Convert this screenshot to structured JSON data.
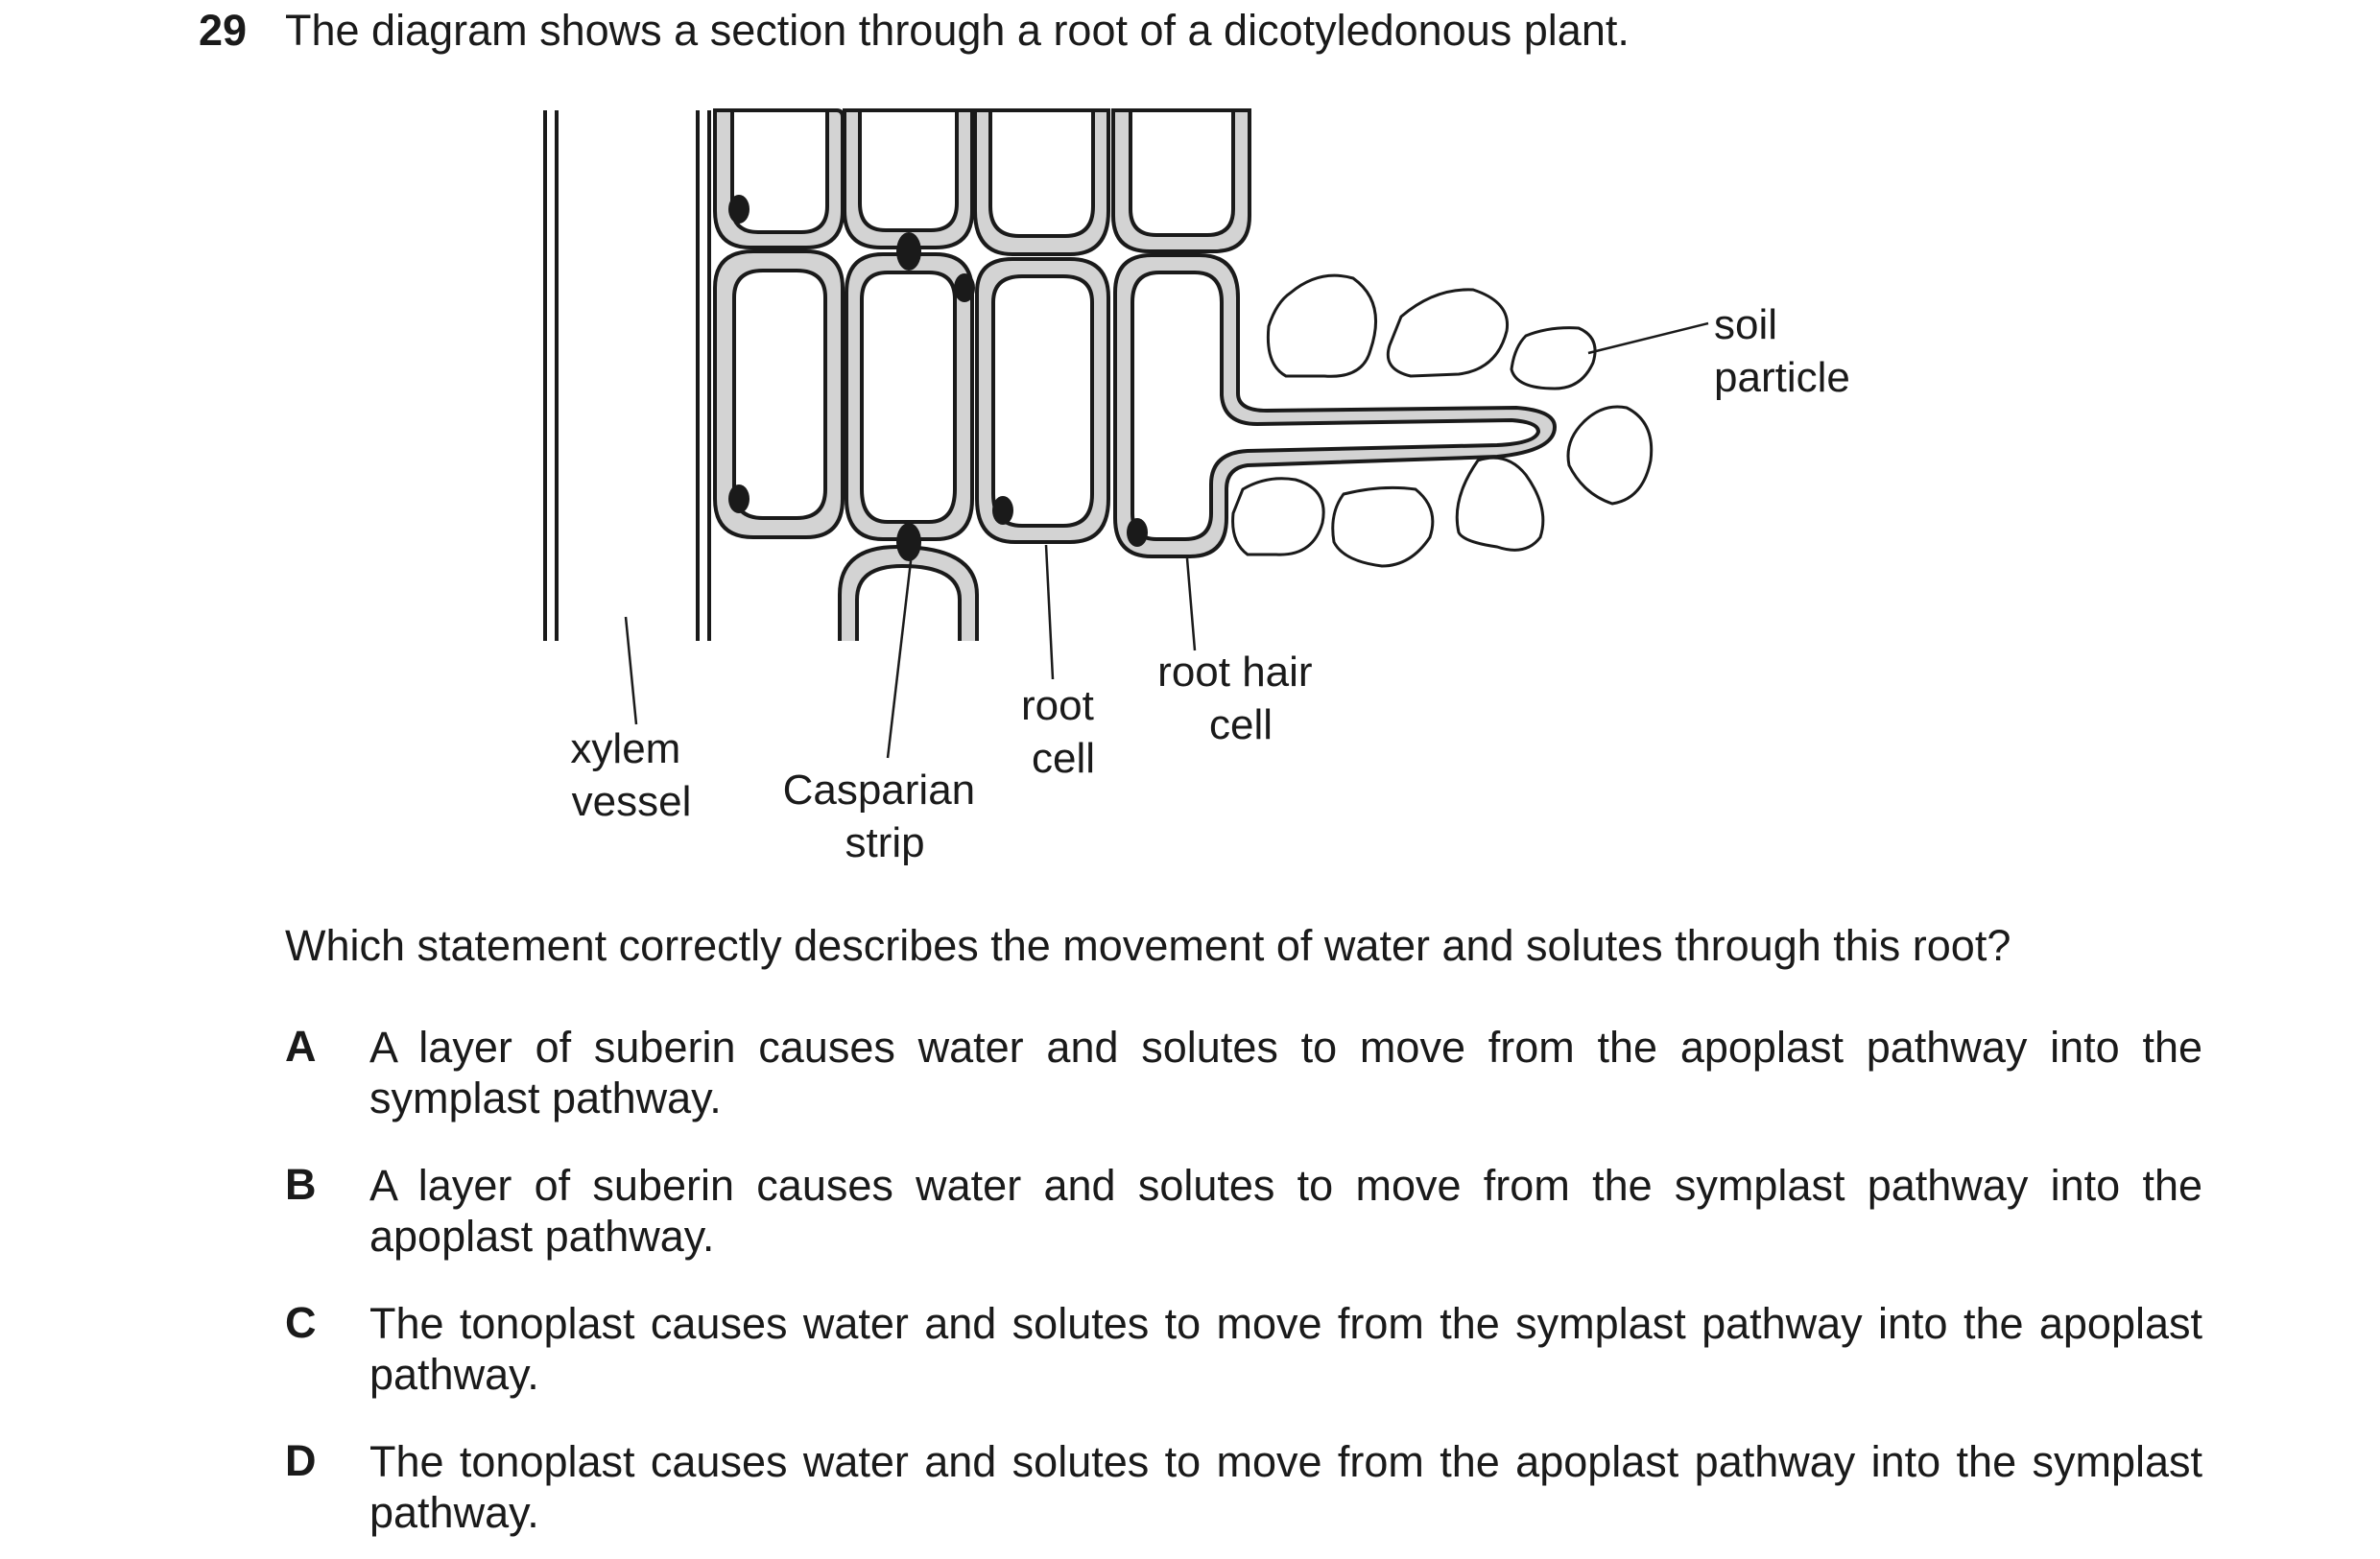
{
  "question": {
    "number": "29",
    "stem": "The diagram shows a section through a root of a dicotyledonous plant.",
    "prompt": "Which statement correctly describes the movement of water and solutes through this root?"
  },
  "diagram": {
    "labels": {
      "soil_particle": [
        "soil",
        "particle"
      ],
      "xylem_vessel": [
        "xylem",
        "vessel"
      ],
      "casparian_strip": [
        "Casparian",
        "strip"
      ],
      "root_cell": [
        "root",
        "cell"
      ],
      "root_hair_cell": [
        "root hair",
        "cell"
      ]
    }
  },
  "options": [
    {
      "letter": "A",
      "text": "A layer of suberin causes water and solutes to move from the apoplast pathway into the symplast pathway."
    },
    {
      "letter": "B",
      "text": "A layer of suberin causes water and solutes to move from the symplast pathway into the apoplast pathway."
    },
    {
      "letter": "C",
      "text": "The tonoplast causes water and solutes to move from the symplast pathway into the apoplast pathway."
    },
    {
      "letter": "D",
      "text": "The tonoplast causes water and solutes to move from the apoplast pathway into the symplast pathway."
    }
  ]
}
